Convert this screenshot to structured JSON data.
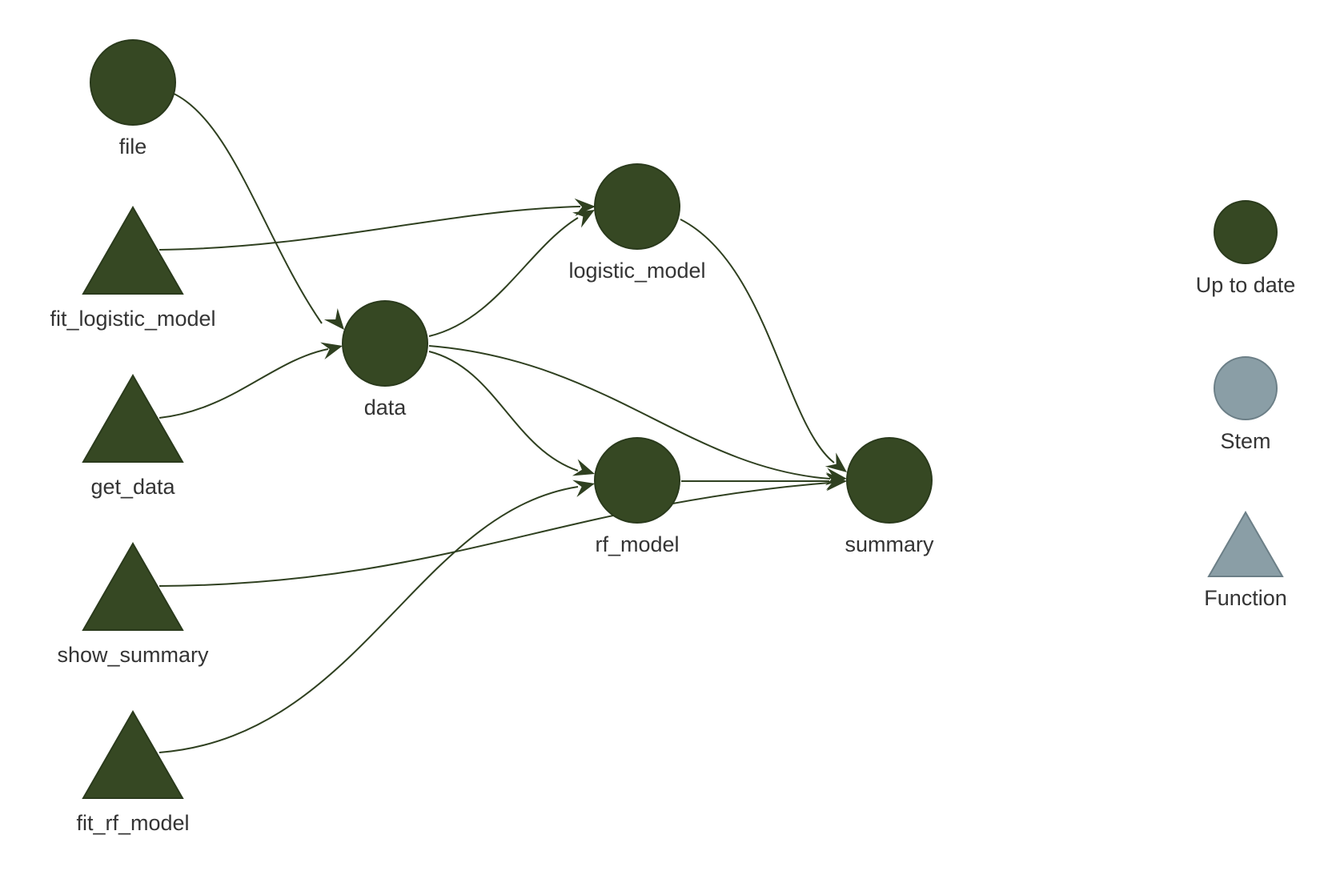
{
  "colors": {
    "up_to_date": "#364823",
    "up_to_date_border": "#2a3a1c",
    "stem": "#8a9ea6",
    "stem_border": "#6c7f87",
    "function": "#8a9ea6",
    "function_border": "#6c7f87",
    "edge": "#2f4020"
  },
  "nodes": [
    {
      "id": "file",
      "label": "file",
      "shape": "circle",
      "status": "up_to_date",
      "icon": "circle-node-icon"
    },
    {
      "id": "fit_logistic_model",
      "label": "fit_logistic_model",
      "shape": "triangle",
      "status": "up_to_date",
      "icon": "triangle-node-icon"
    },
    {
      "id": "get_data",
      "label": "get_data",
      "shape": "triangle",
      "status": "up_to_date",
      "icon": "triangle-node-icon"
    },
    {
      "id": "show_summary",
      "label": "show_summary",
      "shape": "triangle",
      "status": "up_to_date",
      "icon": "triangle-node-icon"
    },
    {
      "id": "fit_rf_model",
      "label": "fit_rf_model",
      "shape": "triangle",
      "status": "up_to_date",
      "icon": "triangle-node-icon"
    },
    {
      "id": "data",
      "label": "data",
      "shape": "circle",
      "status": "up_to_date",
      "icon": "circle-node-icon"
    },
    {
      "id": "logistic_model",
      "label": "logistic_model",
      "shape": "circle",
      "status": "up_to_date",
      "icon": "circle-node-icon"
    },
    {
      "id": "rf_model",
      "label": "rf_model",
      "shape": "circle",
      "status": "up_to_date",
      "icon": "circle-node-icon"
    },
    {
      "id": "summary",
      "label": "summary",
      "shape": "circle",
      "status": "up_to_date",
      "icon": "circle-node-icon"
    }
  ],
  "edges": [
    {
      "from": "file",
      "to": "data"
    },
    {
      "from": "get_data",
      "to": "data"
    },
    {
      "from": "fit_logistic_model",
      "to": "logistic_model"
    },
    {
      "from": "data",
      "to": "logistic_model"
    },
    {
      "from": "data",
      "to": "rf_model"
    },
    {
      "from": "fit_rf_model",
      "to": "rf_model"
    },
    {
      "from": "data",
      "to": "summary"
    },
    {
      "from": "logistic_model",
      "to": "summary"
    },
    {
      "from": "rf_model",
      "to": "summary"
    },
    {
      "from": "show_summary",
      "to": "summary"
    }
  ],
  "legend": [
    {
      "label": "Up to date",
      "shape": "circle",
      "status": "up_to_date",
      "icon": "circle-legend-icon"
    },
    {
      "label": "Stem",
      "shape": "circle",
      "status": "stem",
      "icon": "circle-legend-icon"
    },
    {
      "label": "Function",
      "shape": "triangle",
      "status": "function",
      "icon": "triangle-legend-icon"
    }
  ]
}
